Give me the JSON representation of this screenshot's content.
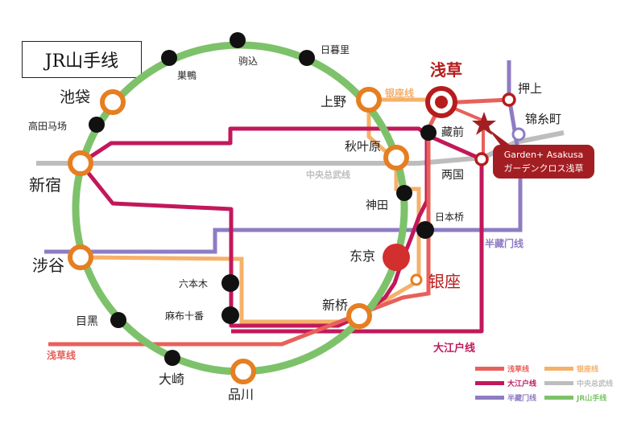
{
  "title": "JR山手线",
  "colors": {
    "yamanote": "#7dc26a",
    "asakusa_line": "#e8605a",
    "oedo_line": "#c2185b",
    "hanzomon_line": "#8e7cc3",
    "ginza_line": "#f5b16a",
    "chuo_sobu_line": "#bdbdbd",
    "orange_station": "#e67e22",
    "black_station": "#111111",
    "tokyo_station": "#d32f2f",
    "asakusa_station": "#b71c1c",
    "callout_bg": "#a31e22"
  },
  "stations": {
    "sugamo": "巣鴨",
    "komagome": "驹込",
    "nippori": "日暮里",
    "ikebukuro": "池袋",
    "takadanobaba": "高田马场",
    "ueno": "上野",
    "shinjuku": "新宿",
    "akihabara": "秋叶原",
    "kanda": "神田",
    "nihonbashi": "日本桥",
    "shibuya": "涉谷",
    "tokyo": "东京",
    "ginza": "银座",
    "roppongi": "六本木",
    "azabujuban": "麻布十番",
    "shinbashi": "新桥",
    "meguro": "目黑",
    "osaki": "大崎",
    "shinagawa": "品川",
    "asakusa": "浅草",
    "kuramae": "藏前",
    "oshiage": "押上",
    "kinshicho": "锦糸町",
    "ryogoku": "两国"
  },
  "line_labels": {
    "ginza_line": "银座线",
    "chuo_sobu_line": "中央总武线",
    "hanzomon_line": "半藏门线",
    "asakusa_line": "浅草线",
    "oedo_line": "大江户线"
  },
  "callout": {
    "line1": "Garden+ Asakusa",
    "line2": "ガーデンクロス浅草"
  },
  "legend": [
    {
      "label": "浅草线",
      "color": "#e8605a"
    },
    {
      "label": "银座线",
      "color": "#f5b16a"
    },
    {
      "label": "大江户线",
      "color": "#c2185b"
    },
    {
      "label": "中央总武线",
      "color": "#bdbdbd"
    },
    {
      "label": "半藏门线",
      "color": "#8e7cc3"
    },
    {
      "label": "JR山手线",
      "color": "#7dc26a"
    }
  ]
}
